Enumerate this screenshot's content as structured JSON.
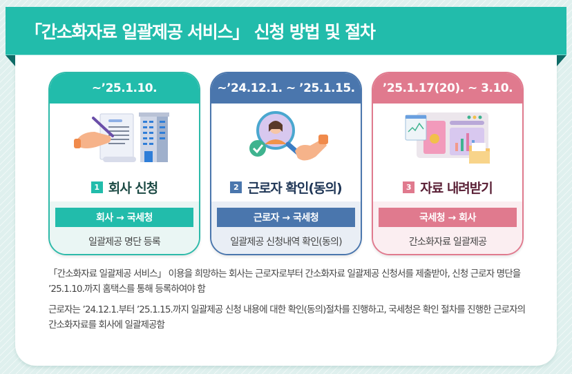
{
  "banner": {
    "title": "「간소화자료 일괄제공 서비스」 신청 방법 및 절차"
  },
  "steps": [
    {
      "period": "~’25.1.10.",
      "number": "1",
      "title": "회사 신청",
      "flow": "회사 → 국세청",
      "description": "일괄제공 명단 등록",
      "illustration": "hand-writing-document-and-building-icon",
      "color": "#22bcab"
    },
    {
      "period": "~’24.12.1. ~ ’25.1.15.",
      "number": "2",
      "title": "근로자 확인(동의)",
      "flow": "근로자 → 국세청",
      "description": "일괄제공 신청내역 확인(동의)",
      "illustration": "magnifier-person-check-icon",
      "color": "#4a76ad"
    },
    {
      "period": "’25.1.17(20). ~ 3.10.",
      "number": "3",
      "title": "자료 내려받기",
      "flow": "국세청 → 회사",
      "description": "간소화자료 일괄제공",
      "illustration": "dashboard-charts-folder-icon",
      "color": "#e07a8e"
    }
  ],
  "notes": [
    "「간소화자료 일괄제공 서비스」 이용을 희망하는 회사는 근로자로부터 간소화자료 일괄제공 신청서를 제출받아, 신청 근로자 명단을 ’25.1.10.까지 홈택스를 통해 등록하여야 함",
    "근로자는 ’24.12.1.부터 ’25.1.15.까지 일괄제공 신청 내용에 대한 확인(동의)절차를 진행하고, 국세청은 확인 절차를 진행한 근로자의 간소화자료를 회사에 일괄제공함"
  ]
}
